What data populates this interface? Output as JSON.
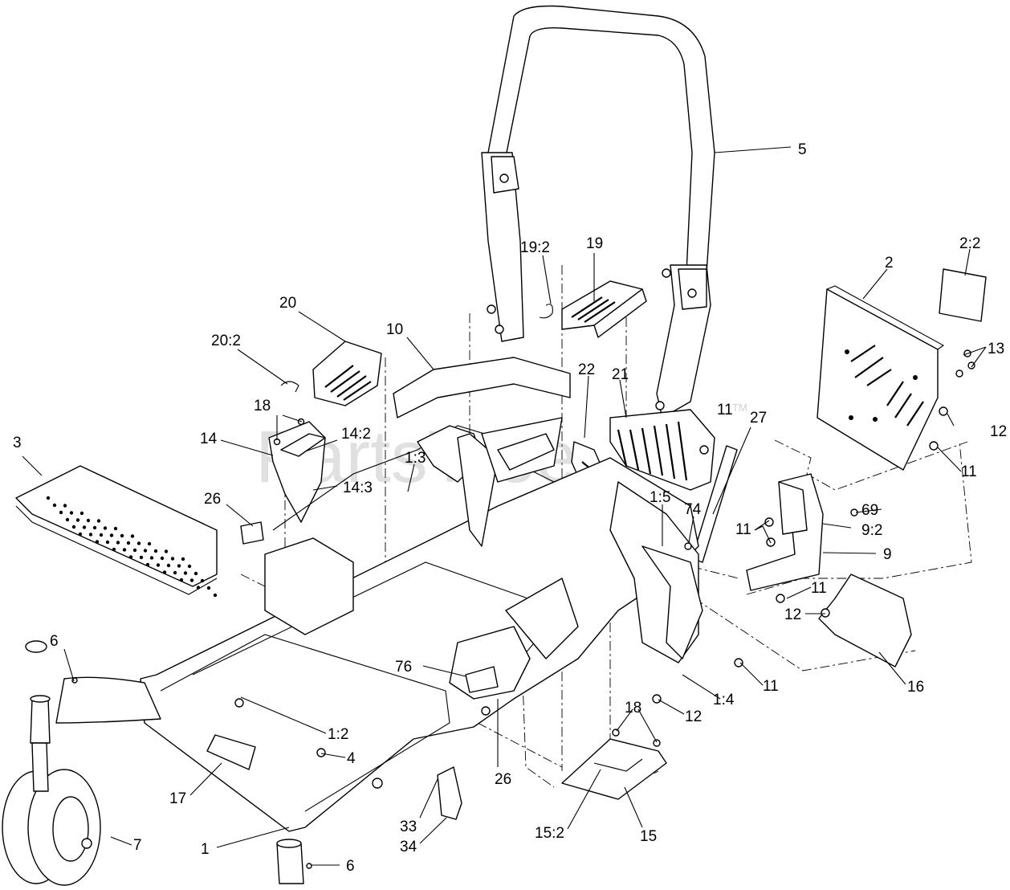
{
  "watermark": {
    "text": "PartsTree",
    "mark": "TM"
  },
  "callouts": [
    {
      "id": "c-5",
      "label": "5"
    },
    {
      "id": "c-19-2",
      "label": "19:2"
    },
    {
      "id": "c-19",
      "label": "19"
    },
    {
      "id": "c-2-2",
      "label": "2:2"
    },
    {
      "id": "c-2",
      "label": "2"
    },
    {
      "id": "c-20",
      "label": "20"
    },
    {
      "id": "c-10",
      "label": "10"
    },
    {
      "id": "c-20-2",
      "label": "20:2"
    },
    {
      "id": "c-13",
      "label": "13"
    },
    {
      "id": "c-22",
      "label": "22"
    },
    {
      "id": "c-21",
      "label": "21"
    },
    {
      "id": "c-18a",
      "label": "18"
    },
    {
      "id": "c-11a",
      "label": "11"
    },
    {
      "id": "c-27",
      "label": "27"
    },
    {
      "id": "c-12a",
      "label": "12"
    },
    {
      "id": "c-3",
      "label": "3"
    },
    {
      "id": "c-14",
      "label": "14"
    },
    {
      "id": "c-14-2",
      "label": "14:2"
    },
    {
      "id": "c-1-3",
      "label": "1:3"
    },
    {
      "id": "c-11b",
      "label": "11"
    },
    {
      "id": "c-14-3",
      "label": "14:3"
    },
    {
      "id": "c-26a",
      "label": "26"
    },
    {
      "id": "c-1-5",
      "label": "1:5"
    },
    {
      "id": "c-74",
      "label": "74"
    },
    {
      "id": "c-69",
      "label": "69"
    },
    {
      "id": "c-11c",
      "label": "11"
    },
    {
      "id": "c-9-2",
      "label": "9:2"
    },
    {
      "id": "c-9",
      "label": "9"
    },
    {
      "id": "c-11d",
      "label": "11"
    },
    {
      "id": "c-12b",
      "label": "12"
    },
    {
      "id": "c-6a",
      "label": "6"
    },
    {
      "id": "c-76",
      "label": "76"
    },
    {
      "id": "c-11e",
      "label": "11"
    },
    {
      "id": "c-16",
      "label": "16"
    },
    {
      "id": "c-1-4",
      "label": "1:4"
    },
    {
      "id": "c-12c",
      "label": "12"
    },
    {
      "id": "c-18b",
      "label": "18"
    },
    {
      "id": "c-1-2",
      "label": "1:2"
    },
    {
      "id": "c-4",
      "label": "4"
    },
    {
      "id": "c-17",
      "label": "17"
    },
    {
      "id": "c-26b",
      "label": "26"
    },
    {
      "id": "c-33",
      "label": "33"
    },
    {
      "id": "c-7",
      "label": "7"
    },
    {
      "id": "c-15-2",
      "label": "15:2"
    },
    {
      "id": "c-15",
      "label": "15"
    },
    {
      "id": "c-34",
      "label": "34"
    },
    {
      "id": "c-1",
      "label": "1"
    },
    {
      "id": "c-6b",
      "label": "6"
    }
  ]
}
